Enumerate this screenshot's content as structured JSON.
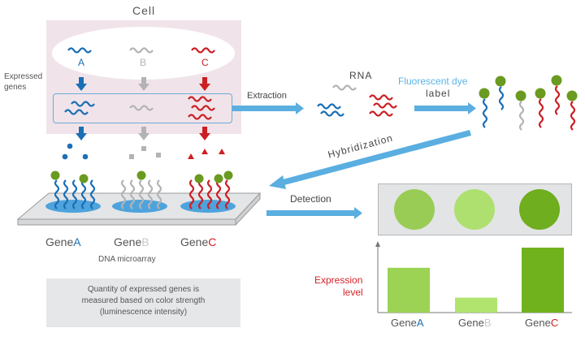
{
  "title": "Cell",
  "colors": {
    "gene_a": "#1a6fb5",
    "gene_b": "#b3b3b3",
    "gene_c": "#cc1f24",
    "arrow": "#5aaee0",
    "dye": "#6a9a1f",
    "fluorescent_label": "#5ab4e6",
    "expression_label": "#d4242a"
  },
  "cell": {
    "label": "Cell",
    "genes": [
      {
        "letter": "A"
      },
      {
        "letter": "B"
      },
      {
        "letter": "C"
      }
    ],
    "expressed_genes_label_line1": "Expressed",
    "expressed_genes_label_line2": "genes"
  },
  "steps": {
    "extraction": "Extraction",
    "rna": "RNA",
    "fluorescent_line1": "Fluorescent dye",
    "fluorescent_line2": "label",
    "hybridization": "Hybridization",
    "detection": "Detection"
  },
  "microarray": {
    "label": "DNA microarray",
    "genes": [
      {
        "prefix": "Gene",
        "letter": "A"
      },
      {
        "prefix": "Gene",
        "letter": "B"
      },
      {
        "prefix": "Gene",
        "letter": "C"
      }
    ]
  },
  "note": {
    "line1": "Quantity of expressed genes is",
    "line2": "measured based on color strength",
    "line3": "(luminescence intensity)"
  },
  "detection_spots": [
    {
      "gene": "A",
      "color": "#99cc55"
    },
    {
      "gene": "B",
      "color": "#aee070"
    },
    {
      "gene": "C",
      "color": "#6fae1e"
    }
  ],
  "chart_data": {
    "type": "bar",
    "title": "",
    "ylabel_line1": "Expression",
    "ylabel_line2": "level",
    "categories": [
      {
        "prefix": "Gene",
        "letter": "A"
      },
      {
        "prefix": "Gene",
        "letter": "B"
      },
      {
        "prefix": "Gene",
        "letter": "C"
      }
    ],
    "values": [
      0.69,
      0.23,
      1.0
    ],
    "colors": [
      "#9cd354",
      "#b0e46f",
      "#6fb21d"
    ],
    "ylim": [
      0,
      1.0
    ],
    "grid": false
  }
}
